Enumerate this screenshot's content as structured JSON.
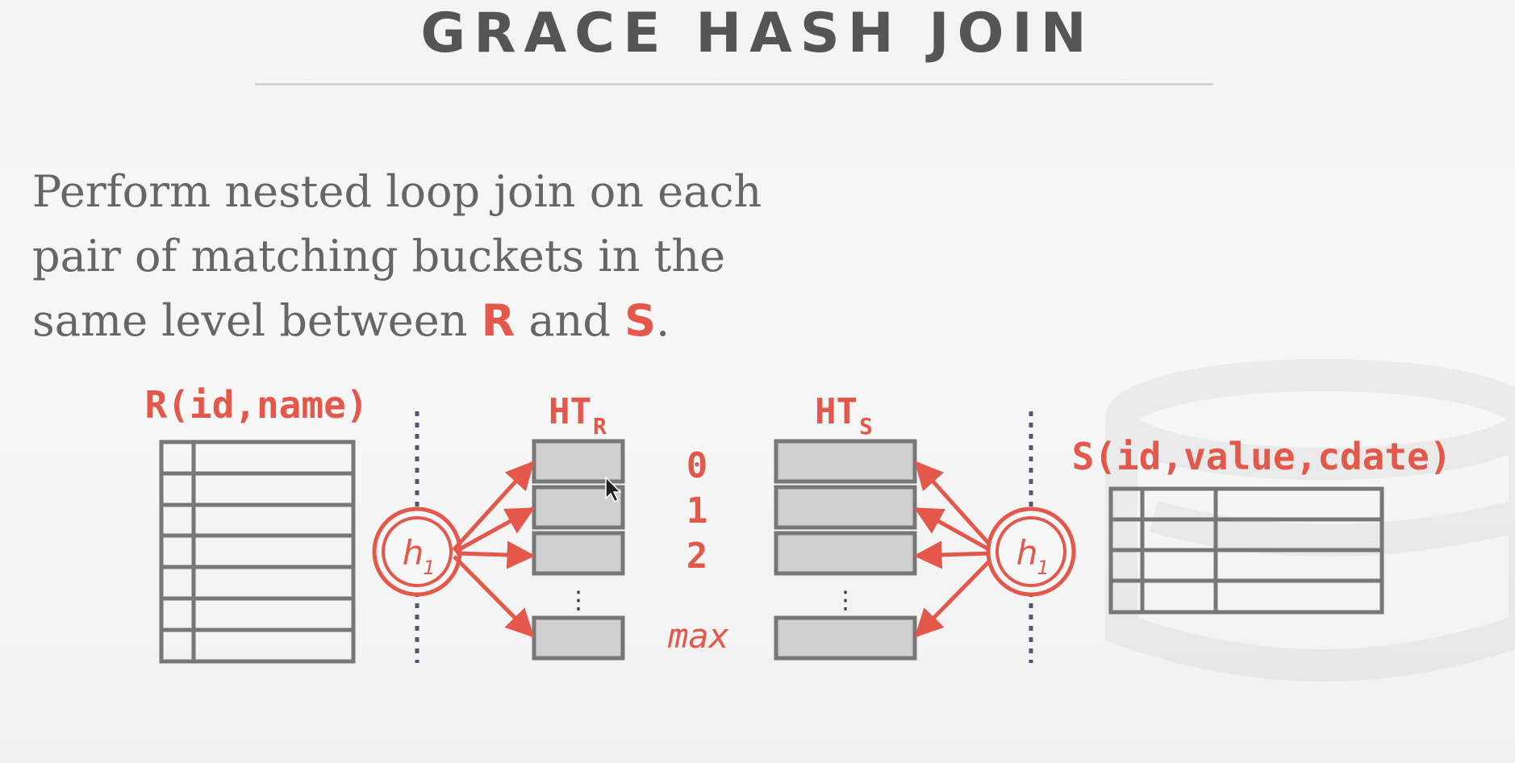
{
  "slide": {
    "title": "GRACE HASH JOIN",
    "text_before": "Perform nested loop join on each pair of matching buckets in the same level between ",
    "rel_r": "R",
    "text_middle": " and ",
    "rel_s": "S",
    "text_after": "."
  },
  "diagram": {
    "left_table_label": "R(id,name)",
    "right_table_label": "S(id,value,cdate)",
    "ht_left_main": "HT",
    "ht_left_sub": "R",
    "ht_right_main": "HT",
    "ht_right_sub": "S",
    "hash_fn_main": "h",
    "hash_fn_sub": "1",
    "bucket_labels": [
      "0",
      "1",
      "2",
      "max"
    ],
    "ellipsis": "⋮",
    "accent_color": "#e4574b",
    "box_color": "#cfcfcf",
    "stroke_color": "#777777",
    "divider_color": "#555577"
  }
}
